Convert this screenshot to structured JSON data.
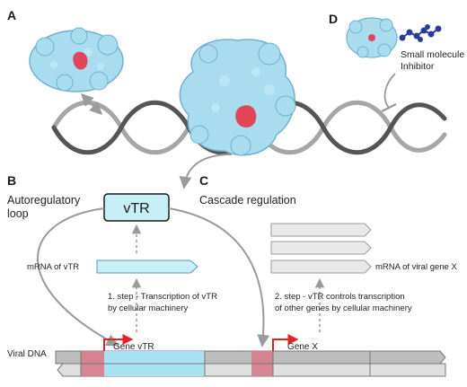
{
  "panels": {
    "a": "A",
    "b": "B",
    "c": "C",
    "d": "D"
  },
  "panel_b": {
    "title_line1": "Autoregulatory",
    "title_line2": "loop",
    "box_label": "vTR",
    "mrna_label": "mRNA of vTR",
    "step1_line1": "1. step - Transcription of vTR",
    "step1_line2": "by cellular machinery"
  },
  "panel_c": {
    "title": "Cascade regulation",
    "mrna_label": "mRNA of viral gene X",
    "step2_line1": "2. step - vTR controls transcription",
    "step2_line2": "of other genes by cellular machinery"
  },
  "panel_d": {
    "label_line1": "Small molecule",
    "label_line2": "Inhibitor"
  },
  "dna": {
    "label": "Viral DNA",
    "gene_vtr": "Gene vTR",
    "gene_x": "Gene X"
  },
  "colors": {
    "protein": "#a9dcef",
    "protein_outline": "#6fb2cc",
    "binding_site": "#e0455a",
    "helix_dark": "#555555",
    "helix_light": "#a6a6a6",
    "mrna_fill": "#c8eef8",
    "mrna_stroke": "#4f9cbd",
    "mrna_gray": "#e9e9e9",
    "promoter": "#d77b8d",
    "arrow_gray": "#9a9a9a",
    "tss_red": "#e52222",
    "inhibitor": "#2b3a9b"
  }
}
